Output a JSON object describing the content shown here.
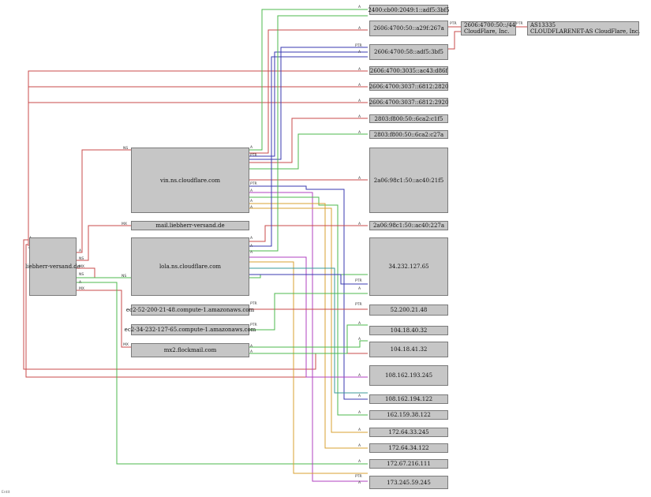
{
  "nodes": {
    "domain": "liebherr-versand.de",
    "vin": "vin.ns.cloudflare.com",
    "mail": "mail.liebherr-versand.de",
    "lola": "lola.ns.cloudflare.com",
    "ec2a": "ec2-52-200-21-48.compute-1.amazonaws.com",
    "ec2b": "ec2-34-232-127-65.compute-1.amazonaws.com",
    "mx2": "mx2.flockmail.com",
    "ip6_2400": "2400:cb00:2049:1::adf5:3bf5",
    "ip6_29f": "2606:4700:50::a29f:267a",
    "ip6_58": "2606:4700:58::adf5:3bf5",
    "ip6_3035": "2606:4700:3035::ac43:d86f",
    "ip6_2820": "2606:4700:3037::6812:2820",
    "ip6_2920": "2606:4700:3037::6812:2920",
    "ip6_2803a": "2803:f800:50::6ca2:c1f5",
    "ip6_2803b": "2803:f800:50::6ca2:c27a",
    "ip6_2a06a": "2a06:98c1:50::ac40:21f5",
    "ip6_2a06b": "2a06:98c1:50::ac40:227a",
    "ip_34": "34.232.127.65",
    "ip_52": "52.200.21.48",
    "ip_104_40": "104.18.40.32",
    "ip_104_41": "104.18.41.32",
    "ip_108_193": "108.162.193.245",
    "ip_108_194": "108.162.194.122",
    "ip_162": "162.159.38.122",
    "ip_172_33": "172.64.33.245",
    "ip_172_34": "172.64.34.122",
    "ip_172_67": "172.67.216.111",
    "ip_173": "173.245.59.245",
    "net_line1": "2606:4700:50::/44",
    "net_line2": "CloudFlare, Inc.",
    "as_line1": "AS13335",
    "as_line2": "CLOUDFLARENET-AS CloudFlare, Inc."
  },
  "edge_labels": {
    "a": "A",
    "ns": "NS",
    "mx": "MX",
    "ptr": "PTR"
  },
  "colors": {
    "red": "#c84b4b",
    "green": "#4cb84c",
    "blue": "#3a3ab0",
    "orange": "#d8a030",
    "purple": "#b040c0",
    "teal": "#3a9a9a",
    "node_fill": "#c6c6c6"
  },
  "footer": "Entit"
}
